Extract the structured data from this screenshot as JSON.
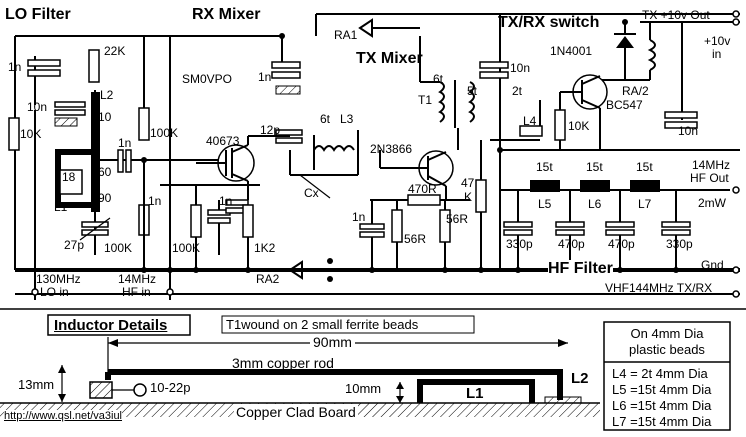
{
  "titles": {
    "lo_filter": "LO Filter",
    "rx_mixer": "RX Mixer",
    "tx_mixer": "TX Mixer",
    "txrx_switch": "TX/RX switch",
    "hf_filter": "HF Filter",
    "author": "SM0VPO"
  },
  "components": {
    "c_1n_a": "1n",
    "r_22k": "22K",
    "c_10n_a": "10n",
    "l2": "L2",
    "tap_10": "10",
    "r_10k_a": "10K",
    "l1_box": "18",
    "tap_60": "60",
    "tap_90": "90",
    "l1": "L1",
    "c_27p": "27p",
    "r_100k_a": "100K",
    "r_100k_b": "100K",
    "c_1n_b": "1n",
    "c_1n_c": "1n",
    "fet": "40673",
    "r_100k_c": "100K",
    "c_1n_d": "1n",
    "r_1k2": "1K2",
    "c_12p": "12p",
    "l3_turns": "6t",
    "l3": "L3",
    "cx": "Cx",
    "ra1": "RA1",
    "ra2": "RA2",
    "t1": "T1",
    "t1_6t": "6t",
    "t1_5t": "5t",
    "l4_turns": "2t",
    "l4": "L4",
    "c_10n_b": "10n",
    "q_2n3866": "2N3866",
    "r_470r": "470R",
    "r_56r_a": "56R",
    "r_56r_b": "56R",
    "c_1n_e": "1n",
    "r_47k_a": "47",
    "r_47k_b": "K",
    "diode": "1N4001",
    "ra_2": "RA/2",
    "q_bc547": "BC547",
    "r_10k_b": "10K",
    "c_10n_c": "10n",
    "l5_t": "15t",
    "l6_t": "15t",
    "l7_t": "15t",
    "l5": "L5",
    "l6": "L6",
    "l7": "L7",
    "c_330p_a": "330p",
    "c_470p_a": "470p",
    "c_470p_b": "470p",
    "c_330p_b": "330p"
  },
  "ports": {
    "tx_10v_out": "TX +10v Out",
    "v10_in_1": "+10v",
    "v10_in_2": "in",
    "hf_out_1": "14MHz",
    "hf_out_2": "HF Out",
    "level": "2mW",
    "gnd": "Gnd",
    "vhf": "VHF144MHz TX/RX",
    "lo_in_1": "130MHz",
    "lo_in_2": "LO in",
    "hf_in_1": "14MHz",
    "hf_in_2": "HF in"
  },
  "inductor_details": {
    "heading": "Inductor Details",
    "note": "T1wound on 2 small ferrite beads",
    "dim_90": "90mm",
    "dim_13": "13mm",
    "dim_10": "10mm",
    "rod": "3mm copper rod",
    "trimmer": "10-22p",
    "board": "Copper Clad Board",
    "l1": "L1",
    "l2": "L2",
    "url": "http://www.qsl.net/va3iul"
  },
  "bead_table": {
    "header_1": "On 4mm Dia",
    "header_2": "plastic beads",
    "rows": [
      "L4 =  2t 4mm Dia",
      "L5 =15t 4mm Dia",
      "L6 =15t 4mm Dia",
      "L7 =15t 4mm Dia"
    ]
  }
}
